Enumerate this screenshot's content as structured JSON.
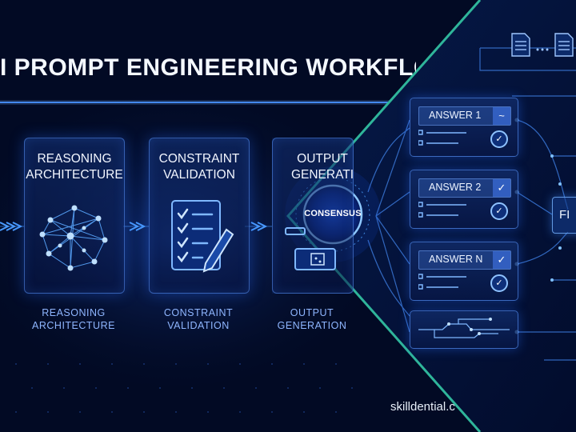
{
  "title": "I PROMPT ENGINEERING  WORKFLOW",
  "stages": [
    {
      "card_title": "REASONING\nARCHITECTURE",
      "caption": "REASONING\nARCHITECTURE",
      "icon": "neural-network-icon"
    },
    {
      "card_title": "CONSTRAINT\nVALIDATION",
      "caption": "CONSTRAINT\nVALIDATION",
      "icon": "checklist-pen-icon"
    },
    {
      "card_title": "OUTPUT\nGENERATI",
      "caption": "OUTPUT\nGENERATION",
      "icon": "output-device-icon"
    }
  ],
  "consensus": {
    "label": "CONSENSUS"
  },
  "answers": [
    {
      "label": "ANSWER 1",
      "head_icon": "chevron-icon"
    },
    {
      "label": "ANSWER 2",
      "head_icon": "check-icon"
    },
    {
      "label": "ANSWER N",
      "head_icon": "check-icon"
    }
  ],
  "final": {
    "label": "FI"
  },
  "watermark": "skilldential.c",
  "colors": {
    "background": "#020a24",
    "accent_blue": "#3d8bff",
    "glow_blue": "#5aa8ff",
    "divider_teal": "#2fb59a",
    "caption_blue": "#8fb6ff"
  }
}
